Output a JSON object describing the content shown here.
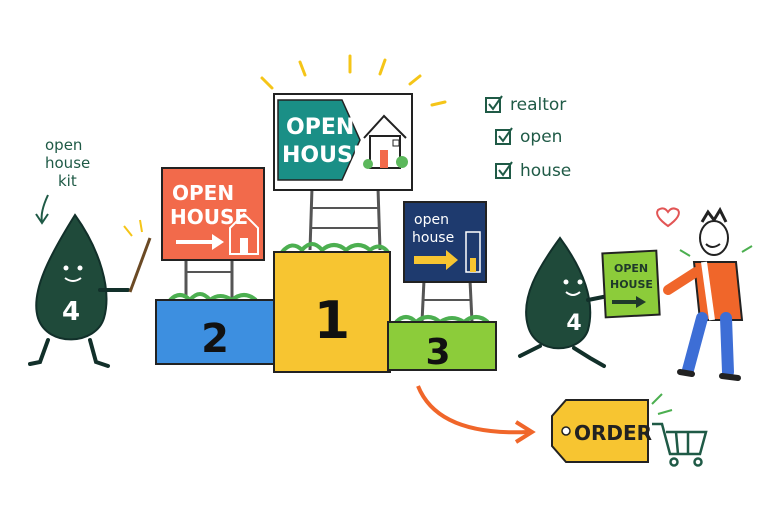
{
  "left_note": {
    "line1": "open",
    "line2": "house",
    "line3": "kit"
  },
  "checklist": {
    "items": [
      "realtor",
      "open",
      "house"
    ]
  },
  "podium": {
    "first": "1",
    "second": "2",
    "third": "3"
  },
  "sign_first": {
    "line1": "OPEN",
    "line2": "HOUSE"
  },
  "sign_second": {
    "line1": "OPEN",
    "line2": "HOUSE"
  },
  "sign_third": {
    "line1": "open",
    "line2": "house"
  },
  "held_sign": {
    "line1": "OPEN",
    "line2": "HOUSE"
  },
  "mascot_left": {
    "number": "4"
  },
  "mascot_right": {
    "number": "4"
  },
  "order_tag": {
    "label": "ORDER"
  },
  "colors": {
    "green_dark": "#1f4a3a",
    "teal": "#1a8f86",
    "coral": "#f26a4b",
    "navy": "#1e3a6e",
    "yellow": "#f7c531",
    "blue": "#3d8fe0",
    "lime": "#8ccc3a",
    "orange_arrow": "#f0662a"
  }
}
